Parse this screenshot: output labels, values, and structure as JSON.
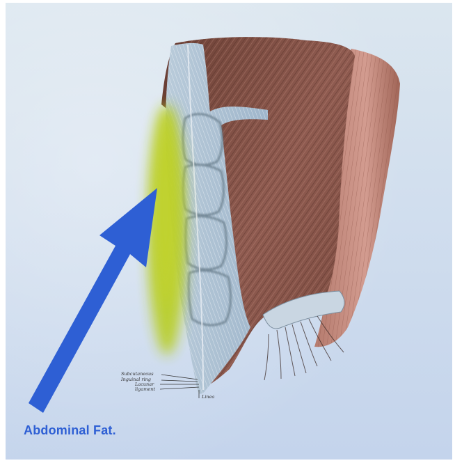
{
  "figure": {
    "caption": "Abdominal Fat.",
    "small_labels": [
      "Subcutaneous",
      "Inguinal ring",
      "Lacunar",
      "ligament",
      "Linea"
    ]
  },
  "colors": {
    "background_top": "#d9e5f0",
    "background_bottom": "#c7d6ec",
    "muscle": "#8e5a4f",
    "muscle_dark": "#5c372e",
    "muscle_light": "#c48d80",
    "aponeurosis": "#aec4d6",
    "fat_highlight": "#b9cf2a",
    "arrow": "#2e5fd4",
    "caption": "#2e5fd4"
  },
  "icons": {
    "pointer": "arrow-icon"
  }
}
